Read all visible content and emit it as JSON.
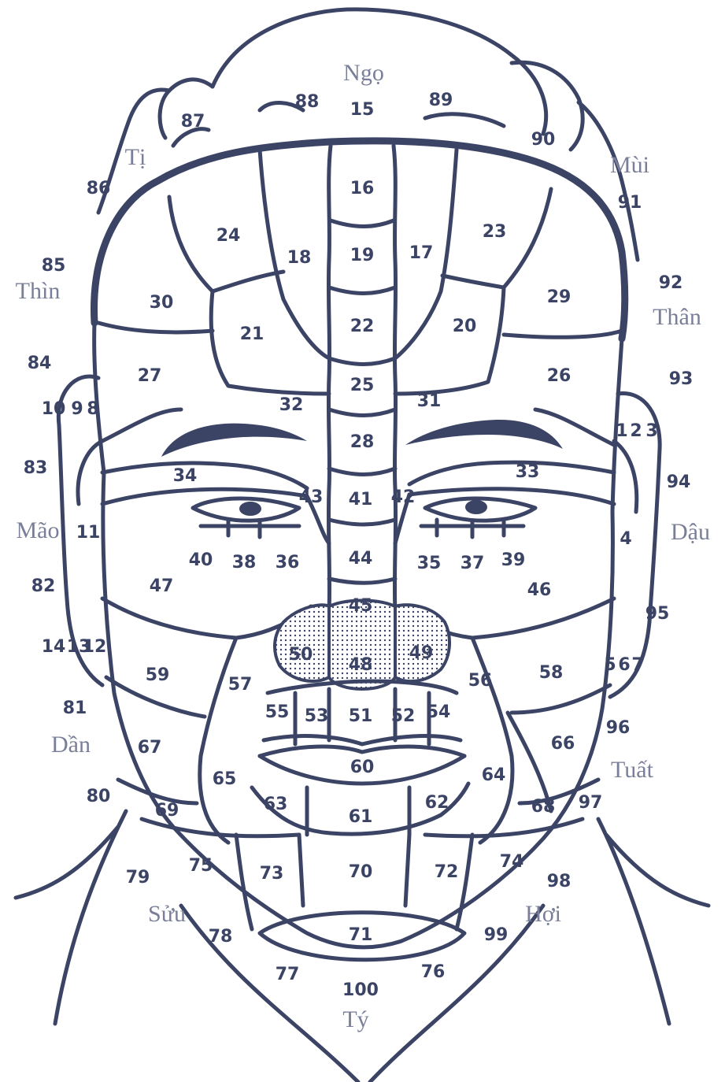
{
  "branch_labels": {
    "ngo": "Ngọ",
    "ti": "Tị",
    "mui": "Mùi",
    "thin": "Thìn",
    "than": "Thân",
    "mao": "Mão",
    "dau": "Dậu",
    "dan": "Dần",
    "tuat": "Tuất",
    "suu": "Sửu",
    "hoi": "Hợi",
    "ty": "Tý"
  },
  "numbers": [
    "1",
    "2",
    "3",
    "4",
    "5",
    "6",
    "7",
    "8",
    "9",
    "10",
    "11",
    "12",
    "13",
    "14",
    "15",
    "16",
    "17",
    "18",
    "19",
    "20",
    "21",
    "22",
    "23",
    "24",
    "25",
    "26",
    "27",
    "28",
    "29",
    "30",
    "31",
    "32",
    "33",
    "34",
    "35",
    "36",
    "37",
    "38",
    "39",
    "40",
    "41",
    "42",
    "43",
    "44",
    "45",
    "46",
    "47",
    "48",
    "49",
    "50",
    "51",
    "52",
    "53",
    "54",
    "55",
    "56",
    "57",
    "58",
    "59",
    "60",
    "61",
    "62",
    "63",
    "64",
    "65",
    "66",
    "67",
    "68",
    "69",
    "70",
    "71",
    "72",
    "73",
    "74",
    "75",
    "76",
    "77",
    "78",
    "79",
    "80",
    "81",
    "82",
    "83",
    "84",
    "85",
    "86",
    "87",
    "88",
    "89",
    "90",
    "91",
    "92",
    "93",
    "94",
    "95",
    "96",
    "97",
    "98",
    "99",
    "100"
  ]
}
